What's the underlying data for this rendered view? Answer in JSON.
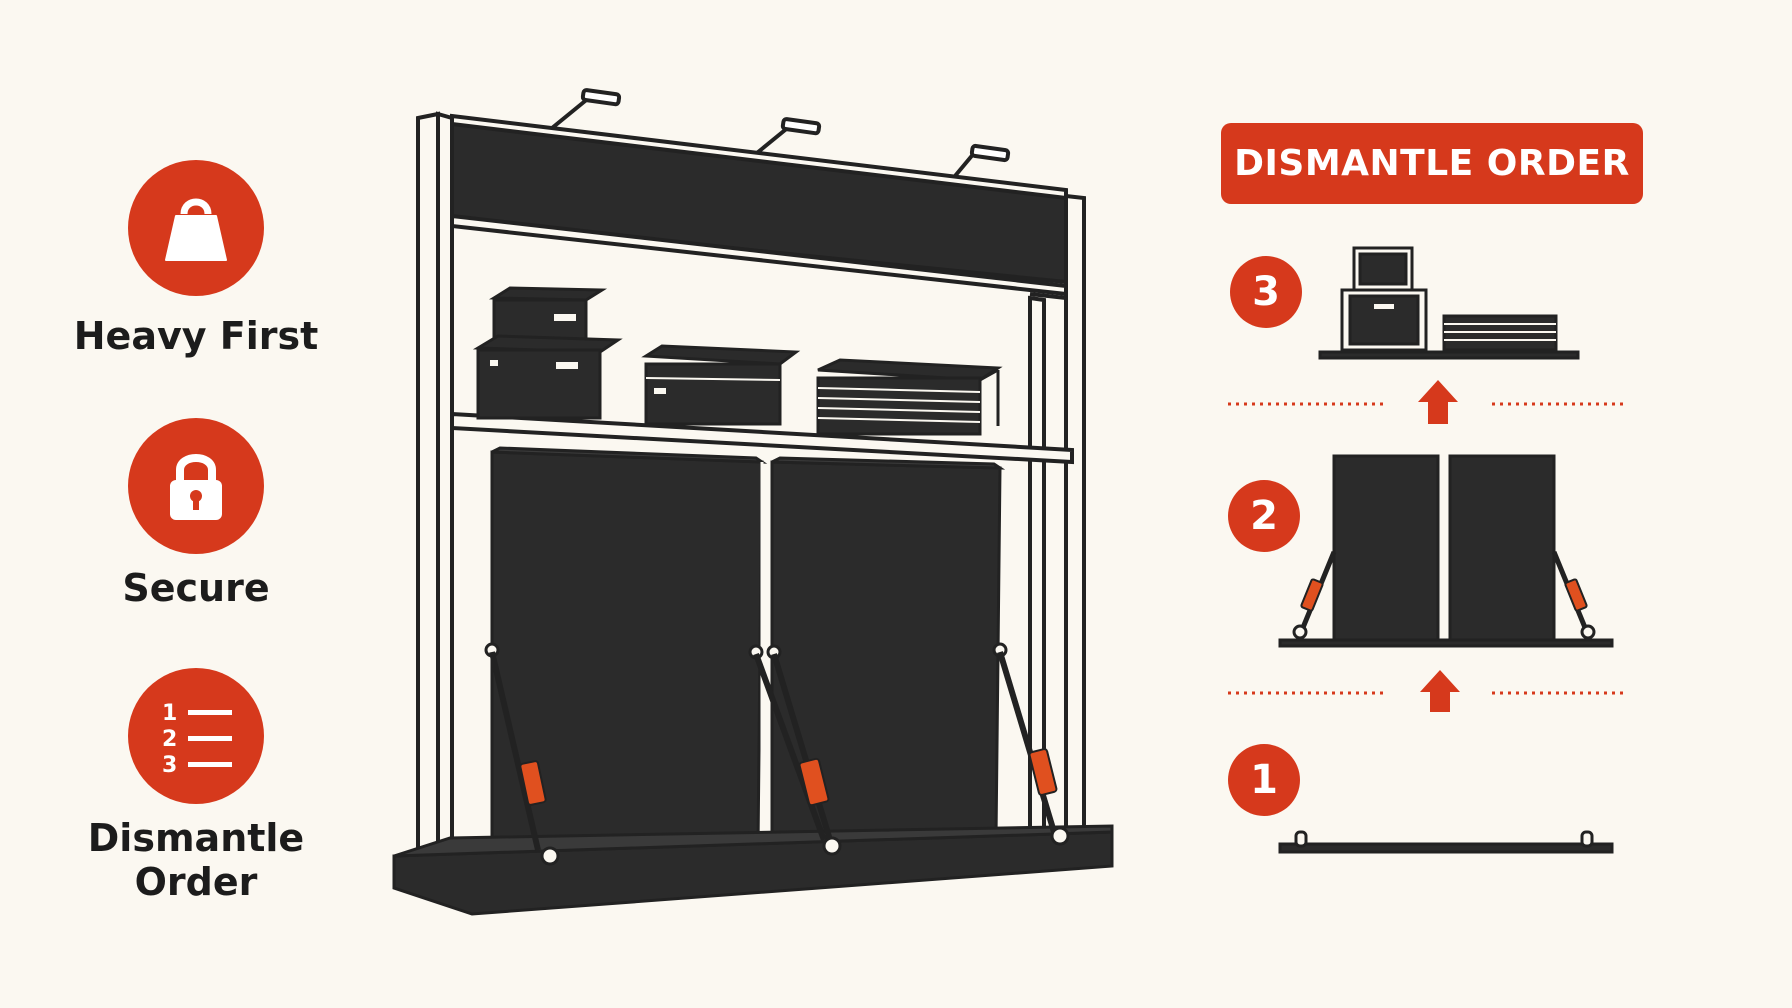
{
  "legend": {
    "items": [
      {
        "label": "Heavy First",
        "icon": "weight-icon"
      },
      {
        "label": "Secure",
        "icon": "padlock-icon"
      },
      {
        "label": "Dismantle Order",
        "icon": "numbered-list-icon"
      }
    ],
    "list_numbers": [
      "1",
      "2",
      "3"
    ]
  },
  "order": {
    "header": "DISMANTLE ORDER",
    "steps": [
      {
        "number": "3"
      },
      {
        "number": "2"
      },
      {
        "number": "1"
      }
    ]
  },
  "colors": {
    "accent": "#d6391c",
    "dark": "#2b2b2b",
    "strap": "#e0501f",
    "background": "#fbf8f1"
  }
}
